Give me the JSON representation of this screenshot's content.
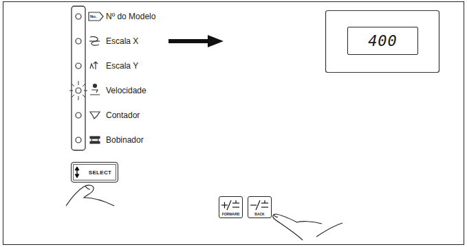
{
  "diagram": {
    "nodes": [
      {
        "text": [
          "400"
        ]
      },
      {
        "text": [
          "SELECT"
        ]
      },
      {
        "text": [
          "FORWARD"
        ]
      },
      {
        "text": [
          "BACK"
        ]
      }
    ],
    "labels": [
      "No.",
      "Nº do Modelo",
      "Escala X",
      "Escala Y",
      "Velocidade",
      "Contador",
      "Bobinador"
    ]
  }
}
